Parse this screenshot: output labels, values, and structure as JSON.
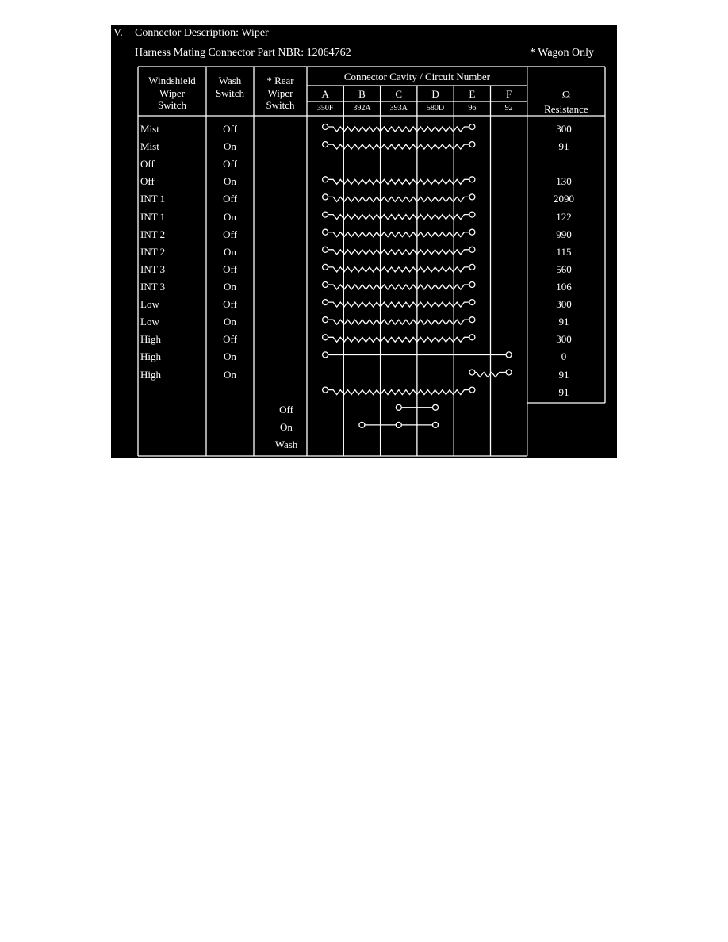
{
  "section": {
    "number": "V.",
    "title": "Connector Description: Wiper"
  },
  "harness": {
    "text": "Harness Mating Connector Part NBR: 12064762"
  },
  "note": "* Wagon Only",
  "columns": {
    "windshield": [
      "Windshield",
      "Wiper",
      "Switch"
    ],
    "wash": [
      "Wash",
      "Switch"
    ],
    "rear": [
      "* Rear",
      "Wiper",
      "Switch"
    ],
    "cavity_title": "Connector Cavity / Circuit Number",
    "cavities": [
      {
        "letter": "A",
        "circuit": "350F"
      },
      {
        "letter": "B",
        "circuit": "392A"
      },
      {
        "letter": "C",
        "circuit": "393A"
      },
      {
        "letter": "D",
        "circuit": "580D"
      },
      {
        "letter": "E",
        "circuit": "96"
      },
      {
        "letter": "F",
        "circuit": "92"
      }
    ],
    "resistance": [
      "Ω",
      "Resistance"
    ]
  },
  "rows": [
    {
      "wiper": "Mist",
      "wash": "Off",
      "circuit": {
        "cavities": [
          "A",
          "E"
        ],
        "resistor": true
      },
      "resistance": "300"
    },
    {
      "wiper": "Mist",
      "wash": "On",
      "circuit": {
        "cavities": [
          "A",
          "E"
        ],
        "resistor": true
      },
      "resistance": "91"
    },
    {
      "wiper": "Off",
      "wash": "Off"
    },
    {
      "wiper": "Off",
      "wash": "On",
      "circuit": {
        "cavities": [
          "A",
          "E"
        ],
        "resistor": true
      },
      "resistance": "130"
    },
    {
      "wiper": "INT 1",
      "wash": "Off",
      "circuit": {
        "cavities": [
          "A",
          "E"
        ],
        "resistor": true
      },
      "resistance": "2090"
    },
    {
      "wiper": "INT 1",
      "wash": "On",
      "circuit": {
        "cavities": [
          "A",
          "E"
        ],
        "resistor": true
      },
      "resistance": "122"
    },
    {
      "wiper": "INT 2",
      "wash": "Off",
      "circuit": {
        "cavities": [
          "A",
          "E"
        ],
        "resistor": true
      },
      "resistance": "990"
    },
    {
      "wiper": "INT 2",
      "wash": "On",
      "circuit": {
        "cavities": [
          "A",
          "E"
        ],
        "resistor": true
      },
      "resistance": "115"
    },
    {
      "wiper": "INT 3",
      "wash": "Off",
      "circuit": {
        "cavities": [
          "A",
          "E"
        ],
        "resistor": true
      },
      "resistance": "560"
    },
    {
      "wiper": "INT 3",
      "wash": "On",
      "circuit": {
        "cavities": [
          "A",
          "E"
        ],
        "resistor": true
      },
      "resistance": "106"
    },
    {
      "wiper": "Low",
      "wash": "Off",
      "circuit": {
        "cavities": [
          "A",
          "E"
        ],
        "resistor": true
      },
      "resistance": "300"
    },
    {
      "wiper": "Low",
      "wash": "On",
      "circuit": {
        "cavities": [
          "A",
          "E"
        ],
        "resistor": true
      },
      "resistance": "91"
    },
    {
      "wiper": "High",
      "wash": "Off",
      "circuit": {
        "cavities": [
          "A",
          "E"
        ],
        "resistor": true
      },
      "resistance": "300"
    },
    {
      "wiper": "High",
      "wash": "On",
      "circuit": {
        "cavities": [
          "A",
          "F"
        ],
        "resistor": false
      },
      "resistance": "0"
    },
    {
      "wiper": "High",
      "wash": "On",
      "circuit": {
        "cavities": [
          "E",
          "F"
        ],
        "resistor": true
      },
      "resistance": "91"
    },
    {
      "circuit": {
        "cavities": [
          "A",
          "E"
        ],
        "resistor": true
      },
      "resistance": "91"
    },
    {
      "rear": "Off",
      "circuit": {
        "cavities": [
          "C",
          "D"
        ],
        "resistor": false
      }
    },
    {
      "rear": "On",
      "circuit": {
        "cavities": [
          "B",
          "C",
          "D"
        ],
        "resistor": false
      }
    },
    {
      "rear": "Wash"
    }
  ]
}
